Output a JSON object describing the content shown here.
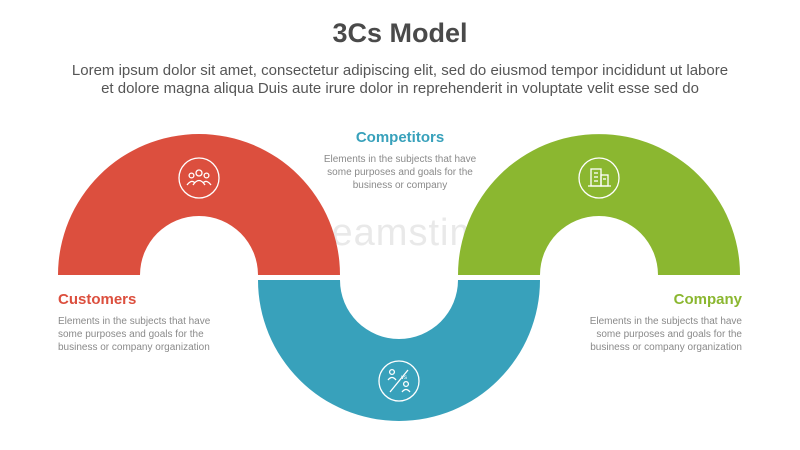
{
  "title": "3Cs Model",
  "subtitle": {
    "line1": "Lorem ipsum dolor sit amet, consectetur adipiscing elit, sed do eiusmod tempor incididunt ut labore",
    "line2": "et dolore magna aliqua Duis aute irure dolor in reprehenderit in voluptate velit esse sed do"
  },
  "items": [
    {
      "name": "Customers",
      "color": "#dc4f3e",
      "icon": "people-group-icon",
      "desc": [
        "Elements in the subjects that have",
        "some purposes and goals for the",
        "business or company organization"
      ]
    },
    {
      "name": "Competitors",
      "color": "#38a1bb",
      "icon": "versus-icon",
      "desc": [
        "Elements in the subjects that have",
        "some purposes and goals for the",
        "business or company"
      ]
    },
    {
      "name": "Company",
      "color": "#8bb730",
      "icon": "building-icon",
      "desc": [
        "Elements in the subjects that have",
        "some purposes and goals for the",
        "business or company organization"
      ]
    }
  ],
  "watermark": "dreamstime"
}
